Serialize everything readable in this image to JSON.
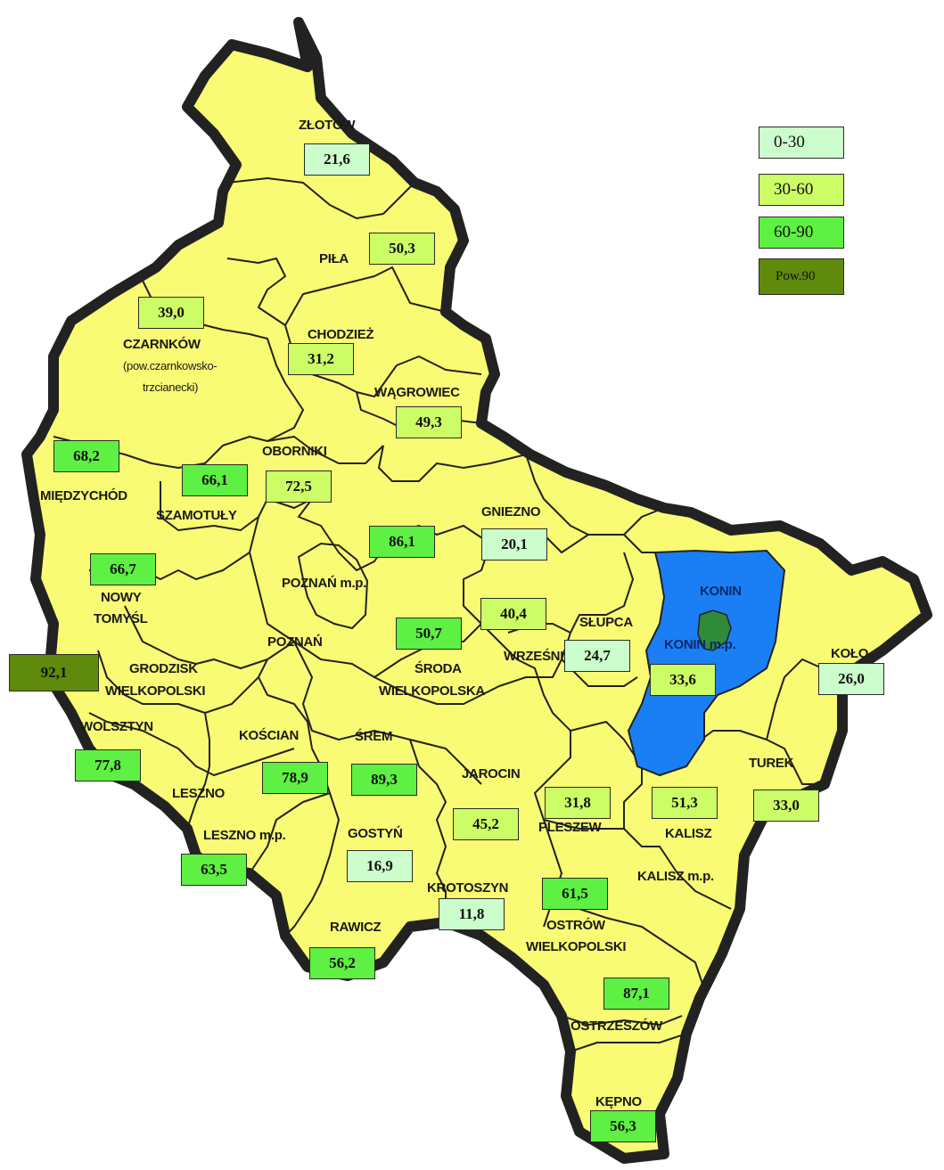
{
  "colors": {
    "region_fill": "#fafb74",
    "border": "#222222",
    "konin_fill": "#1a7ff5",
    "konin_city_fill": "#2f8a3a",
    "class_0_30": "#ccfdcc",
    "class_30_60": "#ccfd66",
    "class_60_90": "#5ef042",
    "class_over_90": "#5f8a0b"
  },
  "legend": [
    {
      "label": "0-30",
      "class": "class_0_30"
    },
    {
      "label": "30-60",
      "class": "class_30_60"
    },
    {
      "label": "60-90",
      "class": "class_60_90"
    },
    {
      "label": "Pow.90",
      "class": "class_over_90"
    }
  ],
  "labels": {
    "zlotow": "ZŁOTÓW",
    "pila": "PIŁA",
    "chodziez": "CHODZIEŻ",
    "czarnkow": "CZARNKÓW",
    "czarnkow_sub1": "(pow.czarnkowsko-",
    "czarnkow_sub2": "trzcianecki)",
    "wagrowiec": "WĄGROWIEC",
    "oborniki": "OBORNIKI",
    "miedzychod": "MIĘDZYCHÓD",
    "szamotuly": "SZAMOTUŁY",
    "gniezno": "GNIEZNO",
    "nowy": "NOWY",
    "tomysl": "TOMYŚL",
    "poznan_mp": "POZNAŃ m.p.",
    "poznan": "POZNAŃ",
    "konin": "KONIN",
    "konin_mp": "KONIN m.p.",
    "slupca": "SŁUPCA",
    "kolo": "KOŁO",
    "grodzisk": "GRODZISK",
    "wielkopolski": "WIELKOPOLSKI",
    "sroda": "ŚRODA",
    "wielkopolska": "WIELKOPOLSKA",
    "wrzesnia": "WRZEŚNIA",
    "wolsztyn": "WOLSZTYN",
    "koscian": "KOŚCIAN",
    "srem": "ŚREM",
    "turek": "TUREK",
    "leszno": "LESZNO",
    "jarocin": "JAROCIN",
    "leszno_mp": "LESZNO m.p.",
    "gostyn": "GOSTYŃ",
    "pleszew": "PLESZEW",
    "kalisz": "KALISZ",
    "kalisz_mp": "KALISZ m.p.",
    "krotoszyn": "KROTOSZYN",
    "rawicz": "RAWICZ",
    "ostrow1": "OSTRÓW",
    "ostrow2": "WIELKOPOLSKI",
    "ostrzeszow": "OSTRZESZÓW",
    "kepno": "KĘPNO"
  },
  "values": [
    {
      "id": "zlotow",
      "value": "21,6",
      "class": "class_0_30"
    },
    {
      "id": "pila",
      "value": "50,3",
      "class": "class_30_60"
    },
    {
      "id": "czarnkow",
      "value": "39,0",
      "class": "class_30_60"
    },
    {
      "id": "chodziez",
      "value": "31,2",
      "class": "class_30_60"
    },
    {
      "id": "wagrowiec",
      "value": "49,3",
      "class": "class_30_60"
    },
    {
      "id": "miedzychod",
      "value": "68,2",
      "class": "class_60_90"
    },
    {
      "id": "szamotuly",
      "value": "66,1",
      "class": "class_60_90"
    },
    {
      "id": "oborniki",
      "value": "72,5",
      "class": "class_30_60"
    },
    {
      "id": "poznan_mp",
      "value": "86,1",
      "class": "class_60_90"
    },
    {
      "id": "gniezno",
      "value": "20,1",
      "class": "class_0_30"
    },
    {
      "id": "nowy_tomysl",
      "value": "66,7",
      "class": "class_60_90"
    },
    {
      "id": "wrzesnia",
      "value": "40,4",
      "class": "class_30_60"
    },
    {
      "id": "sroda",
      "value": "50,7",
      "class": "class_60_90"
    },
    {
      "id": "slupca",
      "value": "24,7",
      "class": "class_0_30"
    },
    {
      "id": "konin_mp",
      "value": "33,6",
      "class": "class_30_60"
    },
    {
      "id": "kolo",
      "value": "26,0",
      "class": "class_0_30"
    },
    {
      "id": "grodzisk",
      "value": "92,1",
      "class": "class_over_90"
    },
    {
      "id": "wolsztyn",
      "value": "77,8",
      "class": "class_60_90"
    },
    {
      "id": "koscian",
      "value": "78,9",
      "class": "class_60_90"
    },
    {
      "id": "srem",
      "value": "89,3",
      "class": "class_60_90"
    },
    {
      "id": "pleszew",
      "value": "31,8",
      "class": "class_30_60"
    },
    {
      "id": "kalisz",
      "value": "51,3",
      "class": "class_30_60"
    },
    {
      "id": "turek",
      "value": "33,0",
      "class": "class_30_60"
    },
    {
      "id": "jarocin",
      "value": "45,2",
      "class": "class_30_60"
    },
    {
      "id": "leszno",
      "value": "63,5",
      "class": "class_60_90"
    },
    {
      "id": "gostyn",
      "value": "16,9",
      "class": "class_0_30"
    },
    {
      "id": "krotoszyn",
      "value": "11,8",
      "class": "class_0_30"
    },
    {
      "id": "ostrow",
      "value": "61,5",
      "class": "class_60_90"
    },
    {
      "id": "rawicz",
      "value": "56,2",
      "class": "class_60_90"
    },
    {
      "id": "ostrzeszow",
      "value": "87,1",
      "class": "class_60_90"
    },
    {
      "id": "kepno",
      "value": "56,3",
      "class": "class_60_90"
    }
  ]
}
